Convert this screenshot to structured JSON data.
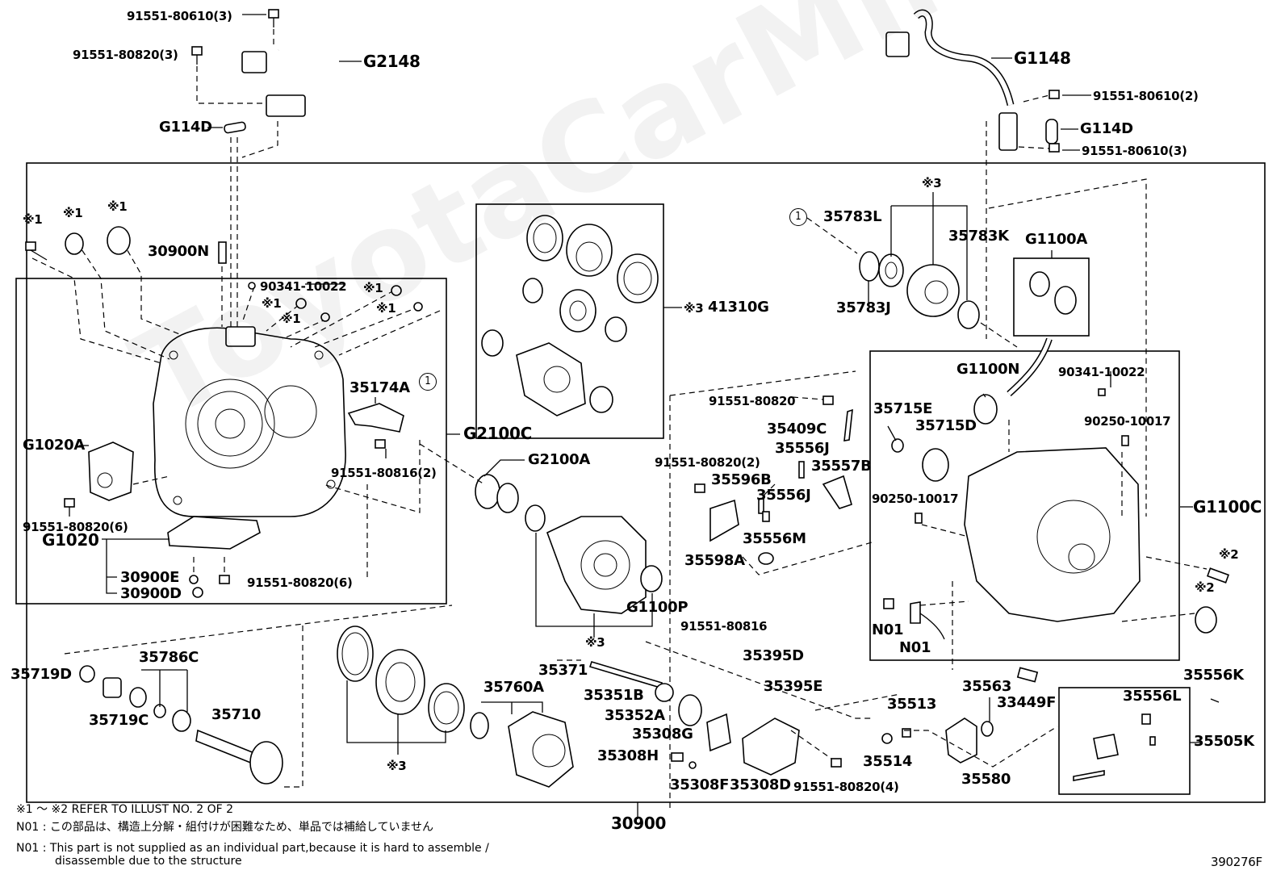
{
  "watermark": "ToyotaCarMine",
  "drawing_number": "390276F",
  "assembly_number": "30900",
  "callout_circle": "1",
  "notes": {
    "ref": "※1 〜 ※2 REFER TO ILLUST NO. 2 OF 2",
    "n01_jp": "N01 : この部品は、構造上分解・組付けが困難なため、単品では補給していません",
    "n01_en_1": "N01 : This part is not supplied as an individual part,because it is hard to assemble /",
    "n01_en_2": "disassemble due to the structure"
  },
  "labels": {
    "l_91551_80610_3_top": "91551-80610(3)",
    "l_91551_80820_3": "91551-80820(3)",
    "l_G2148": "G2148",
    "l_G114D_left": "G114D",
    "l_G1148": "G1148",
    "l_91551_80610_2": "91551-80610(2)",
    "l_G114D_right": "G114D",
    "l_91551_80610_3_right": "91551-80610(3)",
    "l_x1_a": "※1",
    "l_x1_b": "※1",
    "l_x1_c": "※1",
    "l_30900N": "30900N",
    "l_90341_10022_left": "90341-10022",
    "l_x1_d": "※1",
    "l_x1_e": "※1",
    "l_x1_f": "※1",
    "l_x1_g": "※1",
    "l_35174A": "35174A",
    "l_G2100C": "G2100C",
    "l_G1020A": "G1020A",
    "l_91551_80816_2": "91551-80816(2)",
    "l_91551_80820_6a": "91551-80820(6)",
    "l_G1020": "G1020",
    "l_30900E": "30900E",
    "l_30900D": "30900D",
    "l_91551_80820_6b": "91551-80820(6)",
    "l_x3_41310G": "※3",
    "l_41310G": "41310G",
    "l_G2100A": "G2100A",
    "l_G1100P": "G1100P",
    "l_x3_mid": "※3",
    "l_x3_top": "※3",
    "l_35783L": "35783L",
    "l_35783K": "35783K",
    "l_35783J": "35783J",
    "l_G1100A": "G1100A",
    "l_G1100N": "G1100N",
    "l_90341_10022_right": "90341-10022",
    "l_91551_80820_mid": "91551-80820",
    "l_35715E": "35715E",
    "l_35715D": "35715D",
    "l_90250_10017_a": "90250-10017",
    "l_35409C": "35409C",
    "l_35556J_a": "35556J",
    "l_35557B": "35557B",
    "l_91551_80820_2": "91551-80820(2)",
    "l_35596B": "35596B",
    "l_35556J_b": "35556J",
    "l_90250_10017_b": "90250-10017",
    "l_G1100C": "G1100C",
    "l_35556M": "35556M",
    "l_35598A": "35598A",
    "l_x2_a": "※2",
    "l_x2_b": "※2",
    "l_N01_a": "N01",
    "l_N01_b": "N01",
    "l_91551_80816": "91551-80816",
    "l_35395D": "35395D",
    "l_35395E": "35395E",
    "l_35556K": "35556K",
    "l_35719D": "35719D",
    "l_35786C": "35786C",
    "l_35719C": "35719C",
    "l_35710": "35710",
    "l_35760A": "35760A",
    "l_x3_bot": "※3",
    "l_35371": "35371",
    "l_35351B": "35351B",
    "l_35352A": "35352A",
    "l_35308G": "35308G",
    "l_35308H": "35308H",
    "l_35308F": "35308F",
    "l_35308D": "35308D",
    "l_91551_80820_4": "91551-80820(4)",
    "l_35513": "35513",
    "l_35514": "35514",
    "l_35563": "35563",
    "l_33449F": "33449F",
    "l_35580": "35580",
    "l_35556L": "35556L",
    "l_35505K": "35505K"
  }
}
